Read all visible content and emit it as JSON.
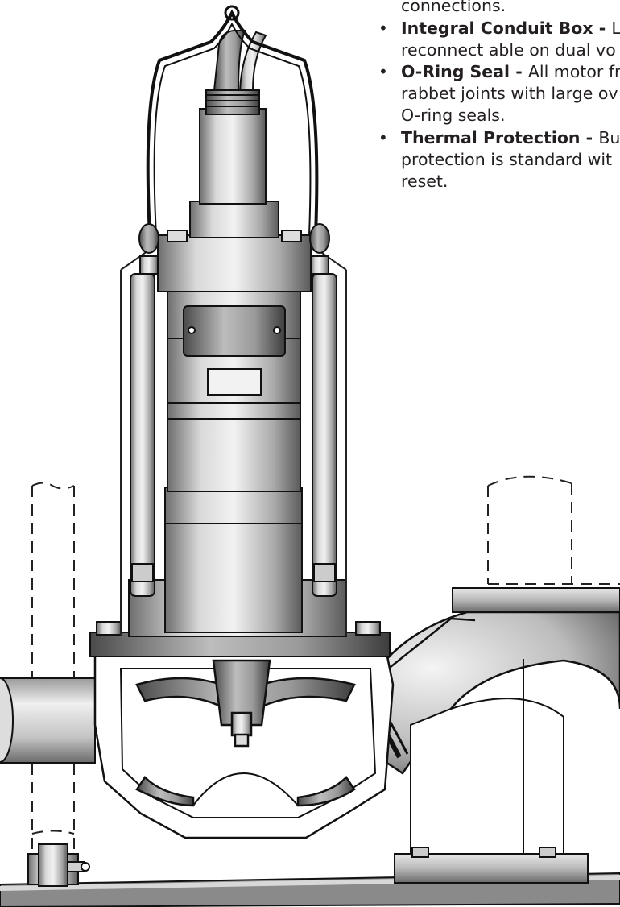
{
  "features": {
    "continuation_line": "connections.",
    "items": [
      {
        "title": "Integral Conduit Box - ",
        "lines": [
          "Le",
          "reconnect able on dual vo"
        ]
      },
      {
        "title": "O-Ring Seal - ",
        "lines": [
          "All motor fr",
          "rabbet joints with large ov",
          "O-ring seals."
        ]
      },
      {
        "title": "Thermal Protection - ",
        "lines": [
          "Bui",
          "protection is standard wit",
          "reset."
        ]
      }
    ],
    "bullet_glyph": "•"
  }
}
